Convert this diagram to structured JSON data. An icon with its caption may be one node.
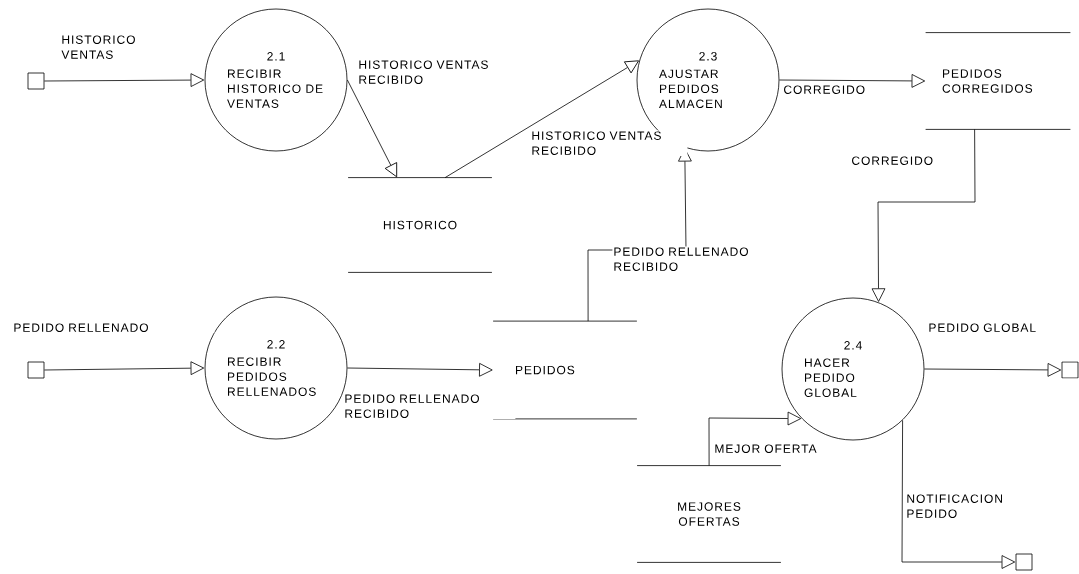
{
  "diagram": {
    "nodes": [
      {
        "text": [],
        "shape": "box"
      },
      {
        "text": [
          "2.1",
          "RECIBIR HISTORICO DE VENTAS"
        ]
      },
      {
        "text": [
          "2.3",
          "AJUSTAR PEDIDOS ALMACEN"
        ]
      },
      {
        "text": [
          "PEDIDOS CORREGIDOS"
        ]
      },
      {
        "text": [
          "HISTORICO"
        ]
      },
      {
        "text": [],
        "shape": "box"
      },
      {
        "text": [
          "2.2",
          "RECIBIR PEDIDOS RELLENADOS"
        ]
      },
      {
        "text": [
          "PEDIDOS"
        ]
      },
      {
        "text": [
          "2.4",
          "HACER PEDIDO GLOBAL"
        ]
      },
      {
        "text": [],
        "shape": "box"
      },
      {
        "text": [
          "MEJORES OFERTAS"
        ]
      },
      {
        "text": [],
        "shape": "box"
      }
    ],
    "edges": [
      {
        "from": 0,
        "to": 1,
        "arrow": "to",
        "label": "HISTORICO VENTAS"
      },
      {
        "from": 1,
        "to": 4,
        "arrow": "to",
        "label": "HISTORICO VENTAS RECIBIDO"
      },
      {
        "from": 4,
        "to": 2,
        "arrow": "to",
        "label": "HISTORICO VENTAS RECIBIDO"
      },
      {
        "from": 2,
        "to": 3,
        "arrow": "to",
        "label": "CORREGIDO"
      },
      {
        "from": 3,
        "to": 8,
        "arrow": "to",
        "label": "CORREGIDO"
      },
      {
        "from": 5,
        "to": 6,
        "arrow": "to",
        "label": "PEDIDO RELLENADO"
      },
      {
        "from": 6,
        "to": 7,
        "arrow": "to",
        "label": "PEDIDO RELLENADO RECIBIDO"
      },
      {
        "from": 7,
        "to": 2,
        "arrow": "to",
        "label": "PEDIDO RELLENADO RECIBIDO"
      },
      {
        "from": 10,
        "to": 8,
        "arrow": "to",
        "label": "MEJOR OFERTA"
      },
      {
        "from": 8,
        "to": 9,
        "arrow": "to",
        "label": "PEDIDO GLOBAL"
      },
      {
        "from": 8,
        "to": 11,
        "arrow": "to",
        "label": "NOTIFICACION PEDIDO"
      }
    ]
  }
}
